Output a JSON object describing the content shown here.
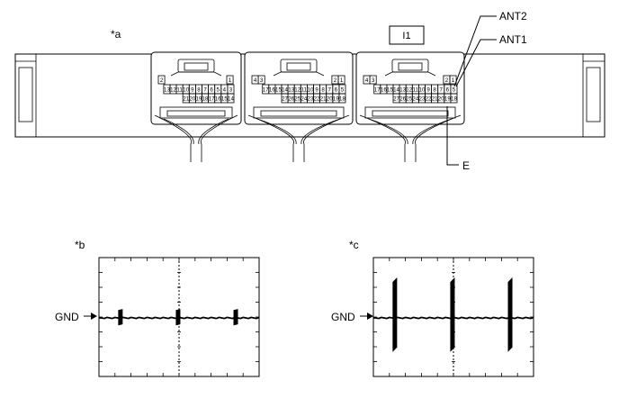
{
  "labels": {
    "view_a": "*a",
    "view_b": "*b",
    "view_c": "*c",
    "connector_id": "I1",
    "ant2": "ANT2",
    "ant1": "ANT1",
    "e": "E",
    "gnd_b": "GND",
    "gnd_c": "GND"
  },
  "connectors": [
    {
      "name": "left",
      "top_pins": [
        "2",
        "1"
      ],
      "row1": [
        "13",
        "12",
        "11",
        "10",
        "9",
        "8",
        "7",
        "6",
        "5",
        "4",
        "3"
      ],
      "row2": [
        "21",
        "20",
        "19",
        "18",
        "17",
        "16",
        "15",
        "14"
      ]
    },
    {
      "name": "middle",
      "top_pins": [
        "4",
        "3",
        "2",
        "1"
      ],
      "row1": [
        "17",
        "16",
        "15",
        "14",
        "13",
        "12",
        "11",
        "10",
        "9",
        "8",
        "7",
        "6",
        "5"
      ],
      "row2": [
        "27",
        "26",
        "25",
        "24",
        "23",
        "22",
        "21",
        "20",
        "19",
        "18"
      ]
    },
    {
      "name": "right",
      "top_pins": [
        "4",
        "3",
        "2",
        "1"
      ],
      "row1": [
        "17",
        "16",
        "15",
        "14",
        "13",
        "12",
        "11",
        "10",
        "9",
        "8",
        "7",
        "6",
        "5"
      ],
      "row2": [
        "27",
        "26",
        "25",
        "24",
        "23",
        "22",
        "21",
        "20",
        "19",
        "18"
      ]
    }
  ],
  "waveforms": [
    {
      "name": "b",
      "bursts": [
        0.12,
        0.48,
        0.84
      ],
      "burst_amplitude": 0.12
    },
    {
      "name": "c",
      "bursts": [
        0.12,
        0.48,
        0.84
      ],
      "burst_amplitude": 0.55
    }
  ]
}
